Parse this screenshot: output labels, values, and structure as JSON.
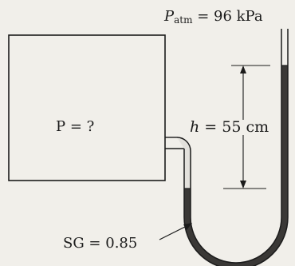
{
  "labels": {
    "patm_symbol": "P",
    "patm_subscript": "atm",
    "patm_value": " = 96 kPa",
    "tank": "P = ?",
    "height_symbol": "h",
    "height_value": " = 55 cm",
    "specific_gravity": "SG = 0.85"
  },
  "colors": {
    "background": "#f1efea",
    "ink": "#1b1b1b",
    "manometer_fluid": "#3a3836",
    "connecting_gas": "#e3e1dc"
  }
}
